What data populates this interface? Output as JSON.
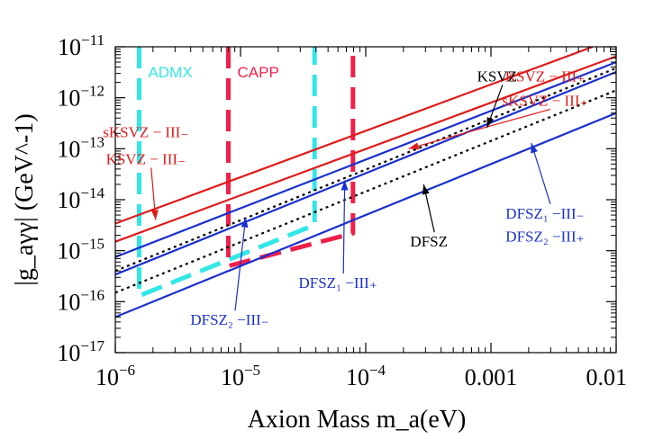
{
  "chart_data": {
    "type": "line",
    "title": "",
    "xlabel": "Axion Mass m_a(eV)",
    "ylabel": "|g_aγγ| (GeV^-1)",
    "xscale": "log",
    "yscale": "log",
    "xlim": [
      1e-06,
      0.01
    ],
    "ylim": [
      1e-17,
      1e-11
    ],
    "x_ticks": [
      {
        "value": 1e-06,
        "label": "10^-6"
      },
      {
        "value": 1e-05,
        "label": "10^-5"
      },
      {
        "value": 0.0001,
        "label": "10^-4"
      },
      {
        "value": 0.001,
        "label": "0.001"
      },
      {
        "value": 0.01,
        "label": "0.01"
      }
    ],
    "y_ticks": [
      {
        "value": 1e-11,
        "label": "10^-11"
      },
      {
        "value": 1e-12,
        "label": "10^-12"
      },
      {
        "value": 1e-13,
        "label": "10^-13"
      },
      {
        "value": 1e-14,
        "label": "10^-14"
      },
      {
        "value": 1e-15,
        "label": "10^-15"
      },
      {
        "value": 1e-16,
        "label": "10^-16"
      },
      {
        "value": 1e-17,
        "label": "10^-17"
      }
    ],
    "grid": false,
    "legend": "none",
    "series": [
      {
        "x": [
          1e-06,
          0.0065
        ],
        "y": [
          3.4e-15,
          1e-11
        ],
        "color": "#e01a1a",
        "dash": "solid"
      },
      {
        "x": [
          1e-06,
          0.01
        ],
        "y": [
          1.5e-15,
          6.5e-12
        ],
        "color": "#e01a1a",
        "dash": "solid"
      },
      {
        "x": [
          1e-06,
          0.01
        ],
        "y": [
          7.5e-16,
          5e-12
        ],
        "color": "#1a2fd0",
        "dash": "solid"
      },
      {
        "x": [
          1e-06,
          0.01
        ],
        "y": [
          4e-16,
          3.8e-12
        ],
        "color": "#000000",
        "dash": "dotted"
      },
      {
        "x": [
          1e-06,
          0.01
        ],
        "y": [
          3.4e-16,
          3.2e-12
        ],
        "color": "#1a2fd0",
        "dash": "solid"
      },
      {
        "x": [
          1e-06,
          0.01
        ],
        "y": [
          1.5e-16,
          1.4e-12
        ],
        "color": "#000000",
        "dash": "dotted"
      },
      {
        "x": [
          1e-06,
          0.01
        ],
        "y": [
          5e-17,
          5e-13
        ],
        "color": "#1a2fd0",
        "dash": "solid"
      }
    ],
    "exclusion_regions": [
      {
        "label": "ADMX",
        "color": "#33e6e6",
        "x": [
          1.55e-06,
          1.55e-06,
          3.9e-05,
          3.9e-05
        ],
        "y": [
          1e-11,
          1.3e-16,
          3.2e-15,
          1e-11
        ]
      },
      {
        "label": "CAPP",
        "color": "#f0204a",
        "x": [
          8e-06,
          8e-06,
          7.9e-05,
          7.9e-05
        ],
        "y": [
          1e-11,
          5e-16,
          2.2e-15,
          1e-11
        ]
      },
      {
        "label": "",
        "color": "#f0204a",
        "x": [
          8e-06,
          8e-06
        ],
        "y": [
          3.9e-16,
          4.1e-16
        ]
      }
    ],
    "annotations": [
      {
        "text": "KSVZ − III₊",
        "color": "#e01a1a",
        "at": [
          0.0027,
          2.1e-12
        ],
        "arrow_to": null
      },
      {
        "text": "sKSVZ − III₊",
        "color": "#e01a1a",
        "at": [
          0.0027,
          7e-13
        ],
        "arrow_to": [
          0.00022,
          1e-13
        ]
      },
      {
        "text": "KSVZ",
        "color": "#000000",
        "at": [
          0.00112,
          2.1e-12
        ],
        "arrow_to": [
          0.00093,
          2.6e-13
        ]
      },
      {
        "text": "sKSVZ − III₋",
        "color": "#e01a1a",
        "at": [
          1.75e-06,
          1.7e-13
        ],
        "arrow_to": null
      },
      {
        "text": "KSVZ − III₋",
        "color": "#e01a1a",
        "at": [
          1.75e-06,
          5e-14
        ],
        "arrow_to": [
          2.1e-06,
          4e-15
        ]
      },
      {
        "text": "DFSZ",
        "color": "#000000",
        "at": [
          0.00032,
          1.2e-15
        ],
        "arrow_to": [
          0.00029,
          2e-14
        ]
      },
      {
        "text": "DFSZ₁ −III₋",
        "color": "#1a2fd0",
        "at": [
          0.0027,
          4.3e-15
        ],
        "arrow_to": [
          0.0021,
          1.3e-13
        ]
      },
      {
        "text": "DFSZ₂ −III₊",
        "color": "#1a2fd0",
        "at": [
          0.0027,
          1.5e-15
        ],
        "arrow_to": null
      },
      {
        "text": "DFSZ₁ −III₊",
        "color": "#1a2fd0",
        "at": [
          6e-05,
          1.85e-16
        ],
        "arrow_to": [
          6.8e-05,
          2.4e-14
        ]
      },
      {
        "text": "DFSZ₂ −III₋",
        "color": "#1a2fd0",
        "at": [
          8.2e-06,
          3.5e-17
        ],
        "arrow_to": [
          1.1e-05,
          4.5e-15
        ]
      }
    ]
  }
}
